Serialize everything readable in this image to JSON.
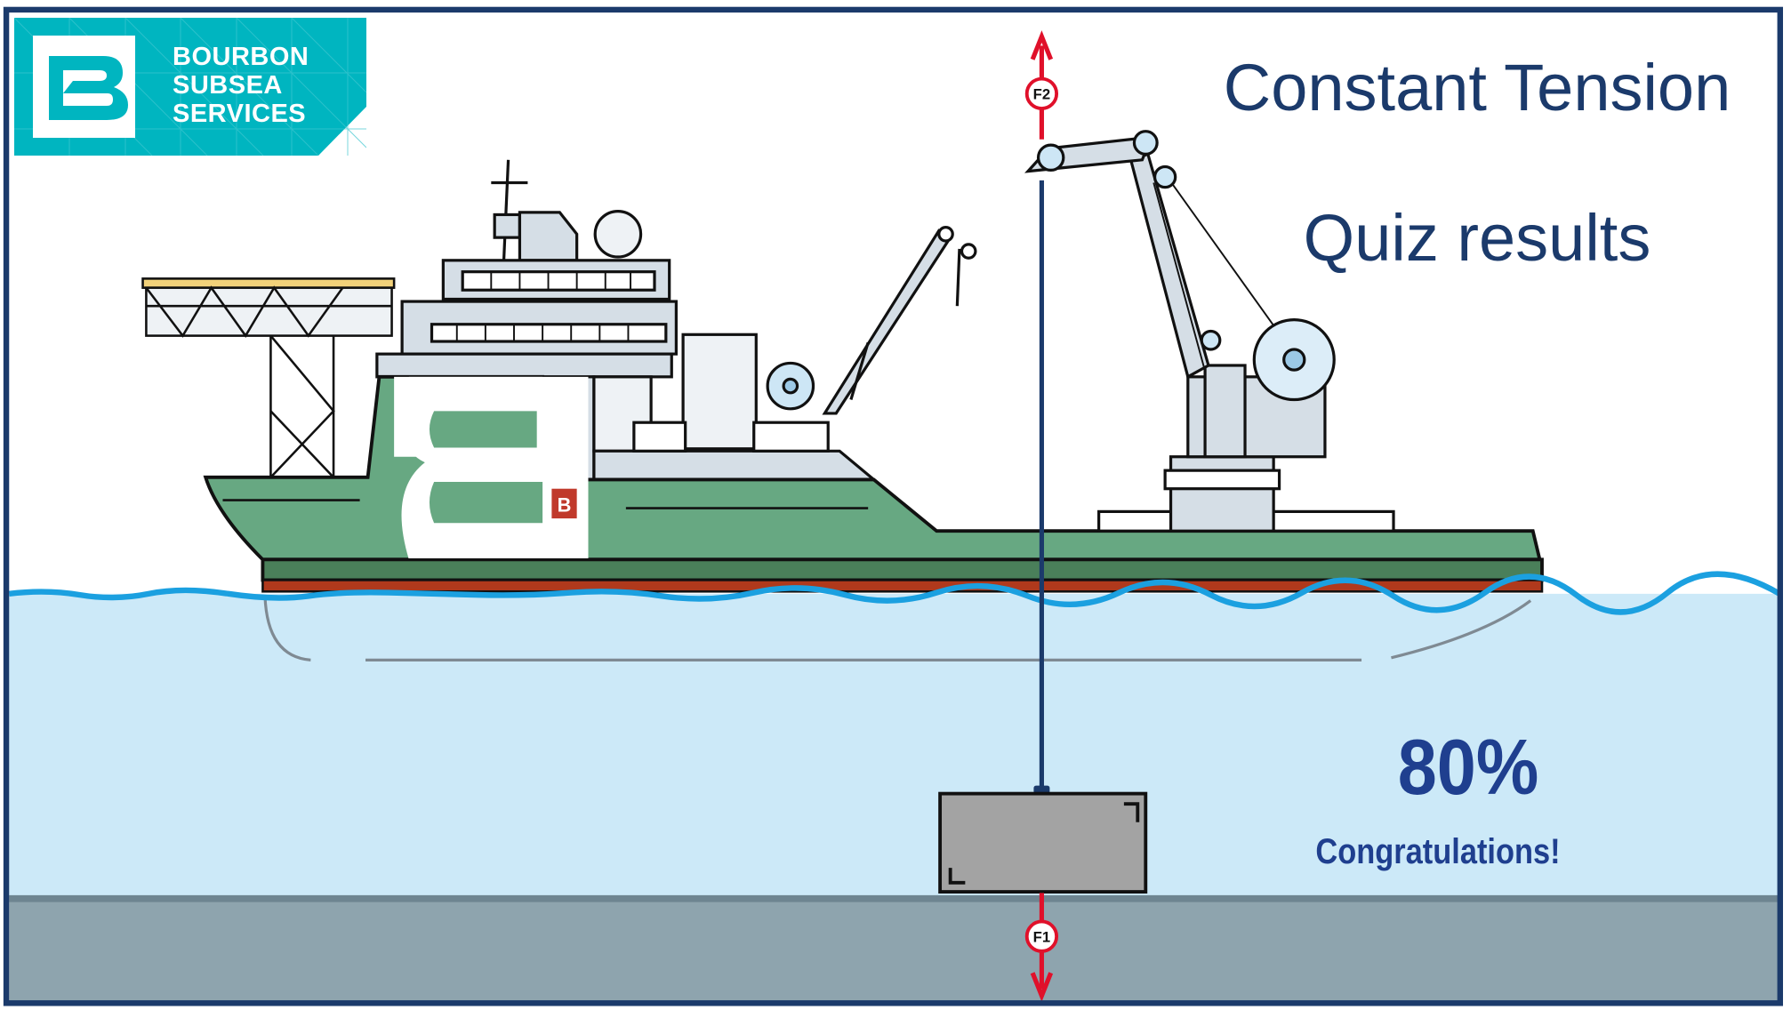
{
  "logo": {
    "lines": [
      "BOURBON",
      "SUBSEA",
      "SERVICES"
    ]
  },
  "header": {
    "title": "Constant Tension",
    "subtitle": "Quiz results"
  },
  "result": {
    "score": "80%",
    "message": "Congratulations!"
  },
  "diagram": {
    "force_top": "F2",
    "force_bottom": "F1"
  },
  "colors": {
    "navy": "#1b3a6b",
    "teal": "#00b5c0",
    "force": "#e0102a",
    "water": "#cce9f8",
    "seabed": "#8ea4ae",
    "hull": "#67a882"
  }
}
